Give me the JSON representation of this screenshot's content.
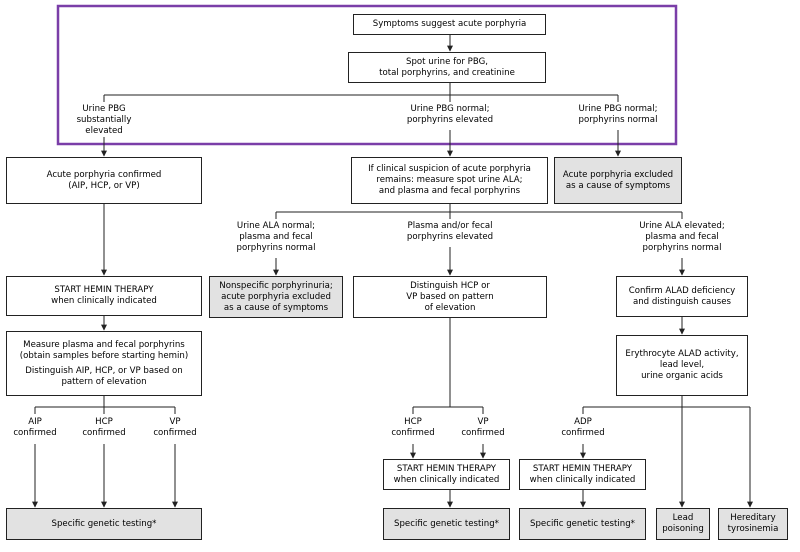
{
  "nodes": {
    "start": "Symptoms suggest acute porphyria",
    "spot_urine": "Spot urine for PBG,\ntotal porphyrins, and creatinine",
    "confirmed": "Acute porphyria confirmed\n(AIP, HCP, or VP)",
    "clinical_suspicion": "If clinical suspicion of acute porphyria\nremains: measure spot urine ALA;\nand plasma and fecal porphyrins",
    "excluded_top": "Acute porphyria excluded\nas a cause of symptoms",
    "start_hemin_left": "START HEMIN THERAPY\nwhen clinically indicated",
    "nonspecific": "Nonspecific porphyrinuria;\nacute porphyria excluded\nas a cause of symptoms",
    "distinguish_hcp_vp": "Distinguish HCP or\nVP based on pattern\nof elevation",
    "confirm_alad": "Confirm ALAD deficiency\nand distinguish causes",
    "measure_plasma": "Measure plasma and fecal porphyrins\n(obtain samples before starting hemin)",
    "distinguish_aip": "Distinguish AIP, HCP, or VP based on\npattern of elevation",
    "erythrocyte": "Erythrocyte ALAD activity,\nlead level,\nurine organic acids",
    "start_hemin_mid": "START HEMIN THERAPY\nwhen clinically indicated",
    "start_hemin_right": "START HEMIN THERAPY\nwhen clinically indicated",
    "genetic_left": "Specific genetic testing*",
    "genetic_mid": "Specific genetic testing*",
    "genetic_right": "Specific genetic testing*",
    "lead_poisoning": "Lead\npoisoning",
    "hereditary": "Hereditary\ntyrosinemia"
  },
  "branch_labels": {
    "pbg_elevated": "Urine PBG\nsubstantially\nelevated",
    "pbg_normal_porph_elevated": "Urine PBG normal;\nporphyrins elevated",
    "pbg_normal_porph_normal": "Urine PBG normal;\nporphyrins normal",
    "ala_normal": "Urine ALA normal;\nplasma and fecal\nporphyrins normal",
    "plasma_fecal_elevated": "Plasma and/or fecal\nporphyrins elevated",
    "ala_elevated": "Urine ALA elevated;\nplasma and fecal\nporphyrins normal",
    "aip": "AIP\nconfirmed",
    "hcp_left": "HCP\nconfirmed",
    "vp_left": "VP\nconfirmed",
    "hcp_mid": "HCP\nconfirmed",
    "vp_mid": "VP\nconfirmed",
    "adp": "ADP\nconfirmed"
  },
  "colors": {
    "highlight_border": "#7a3ea8",
    "shaded_box": "#e2e2e2",
    "line": "#222222"
  }
}
